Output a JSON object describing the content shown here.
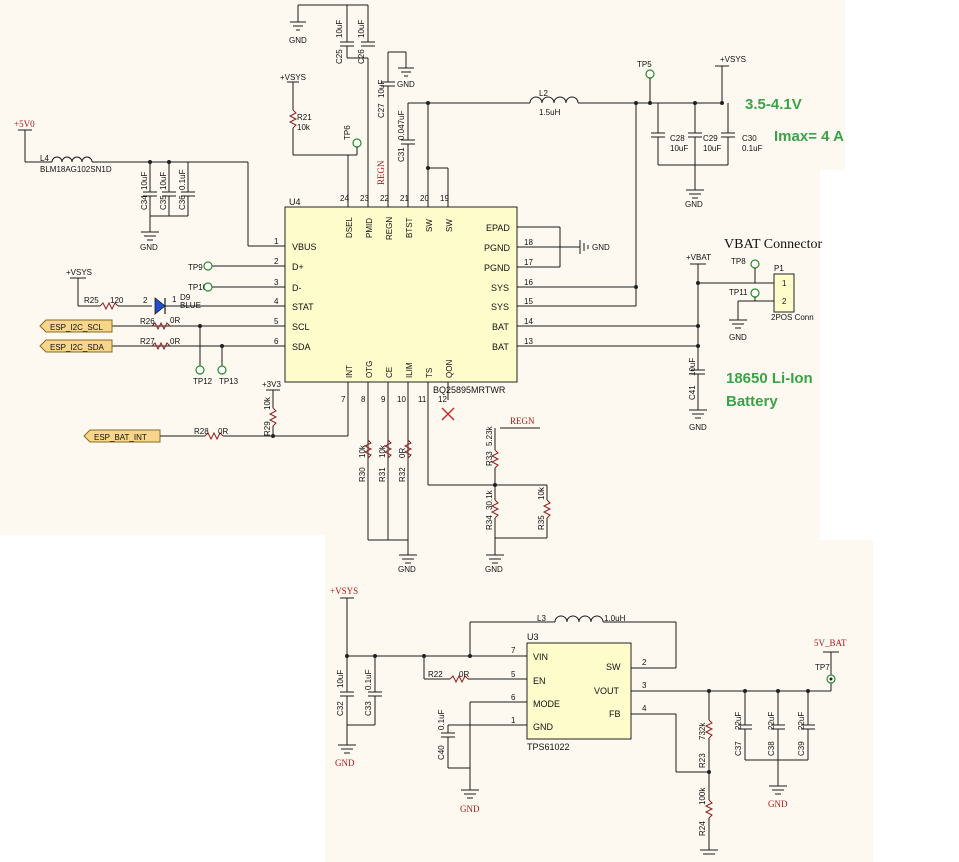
{
  "annotations": {
    "sys_voltage": "3.5-4.1V",
    "imax": "Imax= 4 A",
    "battery_line1": "18650 Li-Ion",
    "battery_line2": "Battery",
    "vbat_connector": "VBAT Connector"
  },
  "colors": {
    "annotation_green": "#3aa34a",
    "chip_fill": "#fffccc",
    "net_label_fill": "#f7d58a",
    "regn_red": "#b01818"
  },
  "u4": {
    "ref": "U4",
    "part": "BQ25895MRTWR",
    "left_pins": [
      {
        "num": "1",
        "name": "VBUS"
      },
      {
        "num": "2",
        "name": "D+"
      },
      {
        "num": "3",
        "name": "D-"
      },
      {
        "num": "4",
        "name": "STAT"
      },
      {
        "num": "5",
        "name": "SCL"
      },
      {
        "num": "6",
        "name": "SDA"
      }
    ],
    "right_pins": [
      {
        "num": "",
        "name": "EPAD"
      },
      {
        "num": "18",
        "name": "PGND"
      },
      {
        "num": "17",
        "name": "PGND"
      },
      {
        "num": "16",
        "name": "SYS"
      },
      {
        "num": "15",
        "name": "SYS"
      },
      {
        "num": "14",
        "name": "BAT"
      },
      {
        "num": "13",
        "name": "BAT"
      }
    ],
    "top_pins": [
      {
        "num": "24",
        "name": "DSEL"
      },
      {
        "num": "23",
        "name": "PMID"
      },
      {
        "num": "22",
        "name": "REGN"
      },
      {
        "num": "21",
        "name": "BTST"
      },
      {
        "num": "20",
        "name": "SW"
      },
      {
        "num": "19",
        "name": "SW"
      }
    ],
    "bottom_pins": [
      {
        "num": "7",
        "name": "INT"
      },
      {
        "num": "8",
        "name": "OTG"
      },
      {
        "num": "9",
        "name": "CE"
      },
      {
        "num": "10",
        "name": "ILIM"
      },
      {
        "num": "11",
        "name": "TS"
      },
      {
        "num": "12",
        "name": "QON"
      }
    ]
  },
  "u3": {
    "ref": "U3",
    "part": "TPS61022",
    "left_pins": [
      {
        "num": "7",
        "name": "VIN"
      },
      {
        "num": "5",
        "name": "EN"
      },
      {
        "num": "6",
        "name": "MODE"
      },
      {
        "num": "1",
        "name": "GND"
      }
    ],
    "right_pins": [
      {
        "num": "2",
        "name": "SW"
      },
      {
        "num": "3",
        "name": "VOUT"
      },
      {
        "num": "4",
        "name": "FB"
      }
    ]
  },
  "nets": {
    "gnd": "GND",
    "vsys": "+VSYS",
    "v5": "+5V0",
    "v33": "+3V3",
    "vbat": "+VBAT",
    "regn": "REGN",
    "out5v": "5V_BAT",
    "esp_scl": "ESP_I2C_SCL",
    "esp_sda": "ESP_I2C_SDA",
    "esp_int": "ESP_BAT_INT"
  },
  "components": {
    "l4_ref": "L4",
    "l4_val": "BLM18AG102SN1D",
    "l2_ref": "L2",
    "l2_val": "1.5uH",
    "l3_ref": "L3",
    "l3_val": "1.0uH",
    "r21_ref": "R21",
    "r21_val": "10k",
    "r25_ref": "R25",
    "r25_val": "120",
    "r26_ref": "R26",
    "r26_val": "0R",
    "r27_ref": "R27",
    "r27_val": "0R",
    "r28_ref": "R28",
    "r28_val": "0R",
    "r29_ref": "R29",
    "r29_val": "10k",
    "r30_ref": "R30",
    "r30_val": "10k",
    "r31_ref": "R31",
    "r31_val": "10k",
    "r32_ref": "R32",
    "r32_val": "0R",
    "r33_ref": "R33",
    "r33_val": "5.23k",
    "r34_ref": "R34",
    "r34_val": "30.1k",
    "r35_ref": "R35",
    "r35_val": "10k",
    "r22_ref": "R22",
    "r22_val": "0R",
    "r23_ref": "R23",
    "r23_val": "732k",
    "r24_ref": "R24",
    "r24_val": "100k",
    "c25_ref": "C25",
    "c25_val": "10uF",
    "c26_ref": "C26",
    "c26_val": "10uF",
    "c27_ref": "C27",
    "c27_val": "10uF",
    "c31_ref": "C31",
    "c31_val": "0.047uF",
    "c28_ref": "C28",
    "c28_val": "10uF",
    "c29_ref": "C29",
    "c29_val": "10uF",
    "c30_ref": "C30",
    "c30_val": "0.1uF",
    "c34_ref": "C34",
    "c34_val": "10uF",
    "c35_ref": "C35",
    "c35_val": "10uF",
    "c36_ref": "C36",
    "c36_val": "0.1uF",
    "c41_ref": "C41",
    "c41_val": "10uF",
    "c32_ref": "C32",
    "c32_val": "10uF",
    "c33_ref": "C33",
    "c33_val": "0.1uF",
    "c40_ref": "C40",
    "c40_val": "0.1uF",
    "c37_ref": "C37",
    "c37_val": "22uF",
    "c38_ref": "C38",
    "c38_val": "22uF",
    "c39_ref": "C39",
    "c39_val": "22uF",
    "d9_ref": "D9",
    "d9_val": "BLUE",
    "p1_ref": "P1",
    "p1_val": "2POS Conn",
    "p1_pin1": "1",
    "p1_pin2": "2",
    "d9_pin1": "1",
    "d9_pin2": "2"
  },
  "testpoints": {
    "tp5": "TP5",
    "tp6": "TP6",
    "tp7": "TP7",
    "tp8": "TP8",
    "tp9": "TP9",
    "tp10": "TP10",
    "tp11": "TP11",
    "tp12": "TP12",
    "tp13": "TP13"
  }
}
